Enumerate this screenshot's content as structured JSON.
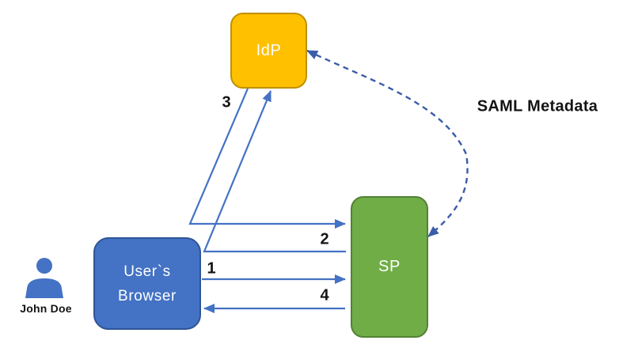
{
  "diagram": {
    "type": "flow-diagram",
    "topic": "SAML SSO flow",
    "nodes": {
      "idp": {
        "label": "IdP"
      },
      "sp": {
        "label": "SP"
      },
      "browser": {
        "label_line1": "User`s",
        "label_line2": "Browser"
      }
    },
    "actor": {
      "name": "John Doe",
      "icon": "person-icon"
    },
    "flows": [
      {
        "step": "1",
        "from": "users-browser",
        "to": "sp",
        "style": "solid"
      },
      {
        "step": "2",
        "from": "sp",
        "to": "idp",
        "style": "solid"
      },
      {
        "step": "3",
        "from": "idp",
        "to": "sp",
        "style": "solid"
      },
      {
        "step": "4",
        "from": "sp",
        "to": "users-browser",
        "style": "solid"
      },
      {
        "label": "SAML Metadata",
        "between": [
          "idp",
          "sp"
        ],
        "style": "dashed",
        "bidirectional": true
      }
    ],
    "colors": {
      "idp_fill": "#FFC000",
      "idp_border": "#BF9000",
      "sp_fill": "#70AD47",
      "sp_border": "#538135",
      "browser_fill": "#4472C4",
      "browser_border": "#2F5597",
      "arrow": "#4472C4",
      "dashed_arrow": "#3B5CA8",
      "person": "#4472C4",
      "node_text": "#FFFFFF",
      "label_text": "#141414"
    }
  }
}
